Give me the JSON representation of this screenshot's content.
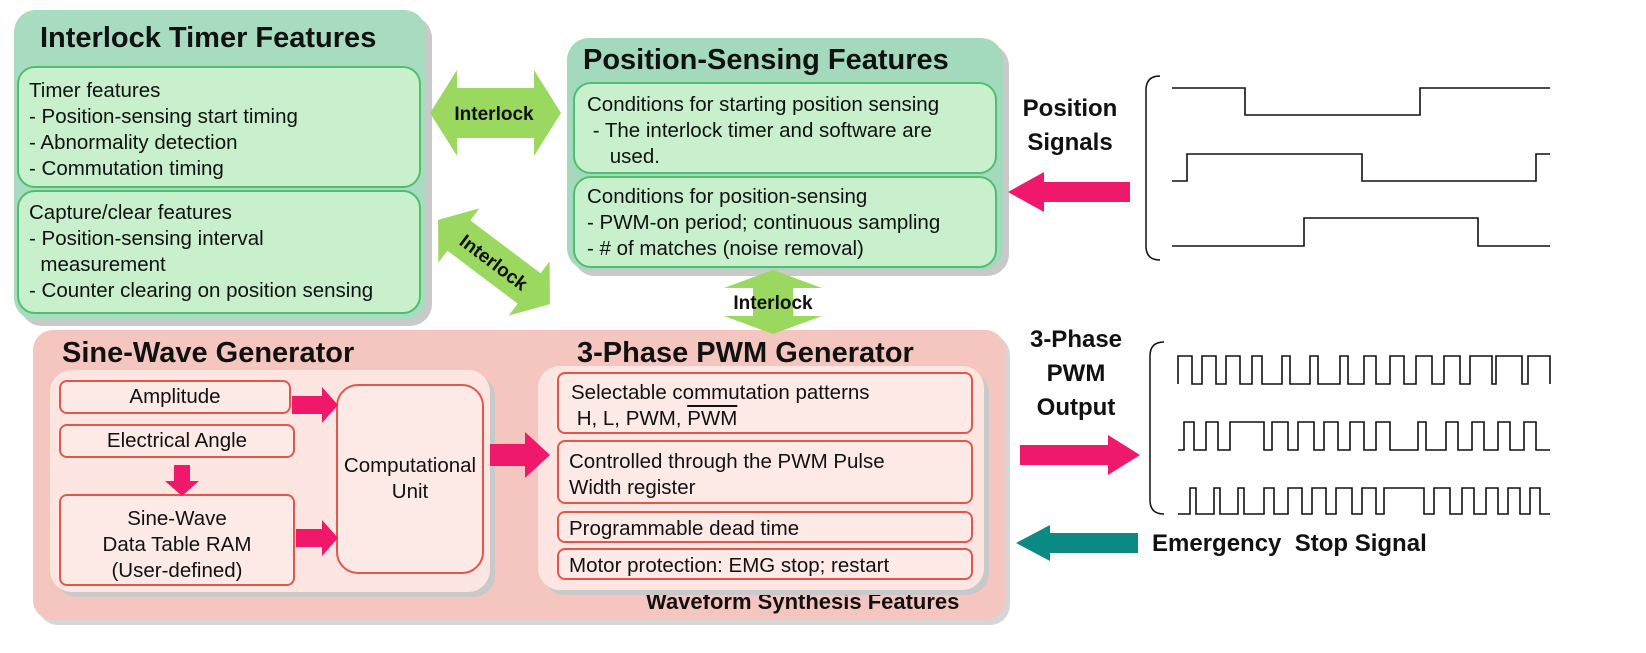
{
  "interlock_timer": {
    "title": "Interlock Timer Features",
    "timer_heading": "Timer features",
    "timer_items": [
      "- Position-sensing start timing",
      "- Abnormality detection",
      "- Commutation timing"
    ],
    "capture_heading": "Capture/clear features",
    "capture_items": [
      "- Position-sensing interval",
      "  measurement",
      "- Counter clearing on position sensing"
    ]
  },
  "position_sensing": {
    "title": "Position-Sensing Features",
    "start_heading": "Conditions for starting position sensing",
    "start_lines": [
      " - The interlock timer and software are",
      "    used."
    ],
    "cond_heading": "Conditions for position-sensing",
    "cond_items": [
      "- PWM-on period; continuous sampling",
      "- # of matches (noise removal)"
    ]
  },
  "interlock_labels": {
    "horizontal": "Interlock",
    "diagonal": "Interlock",
    "vertical": "Interlock"
  },
  "sine_wave": {
    "title": "Sine-Wave Generator",
    "amplitude": "Amplitude",
    "electrical_angle": "Electrical Angle",
    "data_table": [
      "Sine-Wave",
      "Data Table RAM",
      "(User-defined)"
    ],
    "computational_unit": [
      "Computational",
      "Unit"
    ]
  },
  "pwm_generator": {
    "title": "3-Phase PWM Generator",
    "patterns_line1": "Selectable commutation patterns",
    "patterns_line2_prefix": "H, L, PWM, ",
    "patterns_line2_overline": "PWM",
    "pulse_width": [
      "Controlled through the PWM Pulse",
      "Width register"
    ],
    "dead_time": "Programmable dead time",
    "motor_protection": "Motor protection: EMG stop; restart"
  },
  "waveform_synthesis_label": "Waveform Synthesis Features",
  "position_signals_label": [
    "Position",
    "Signals"
  ],
  "pwm_output_label": [
    "3-Phase",
    "PWM",
    "Output"
  ],
  "emergency_stop_label": "Emergency  Stop Signal",
  "colors": {
    "green_panel": "#a7dcc0",
    "green_box": "#c8f0cc",
    "green_arrow": "#9bd860",
    "pink_panel": "#f5c6c0",
    "pink_box_border": "#e0574c",
    "magenta_arrow": "#f0186a",
    "teal_arrow": "#0a8a82"
  }
}
